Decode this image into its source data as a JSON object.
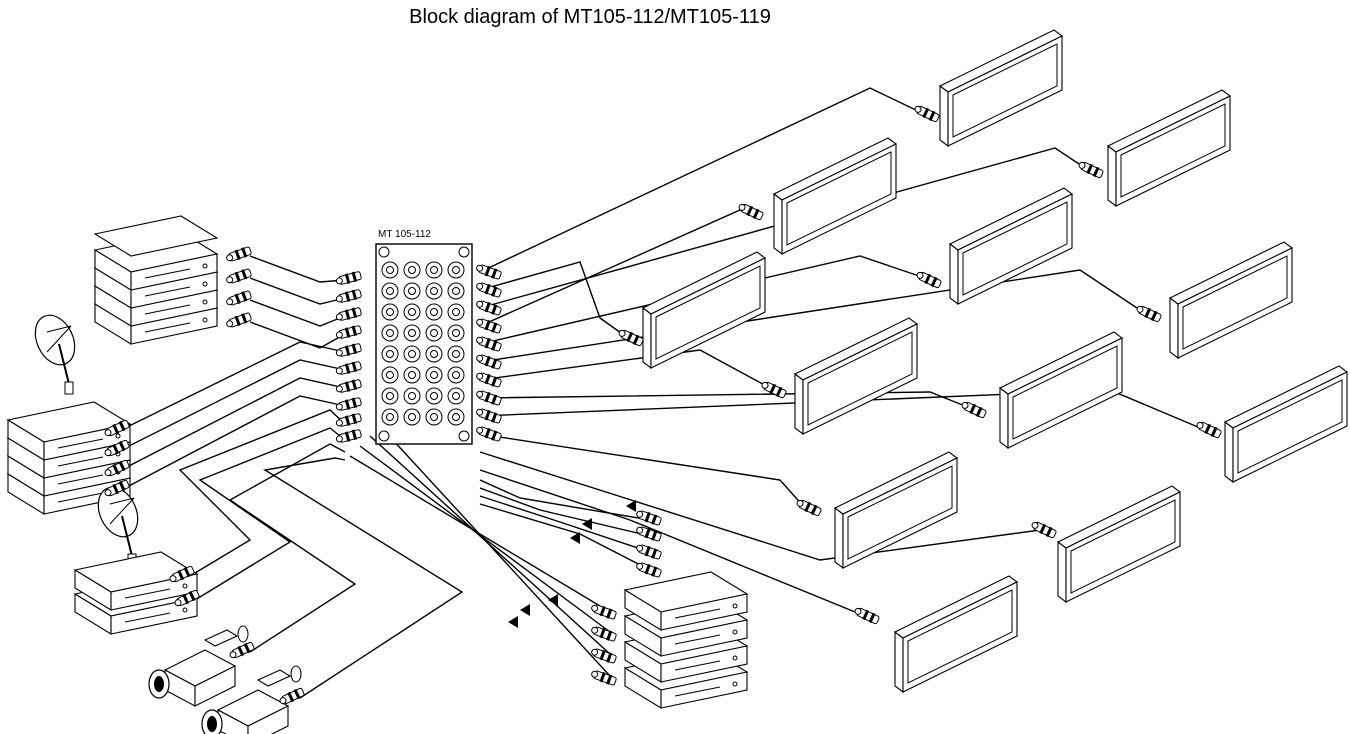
{
  "title": "Block diagram of MT105-112/MT105-119",
  "panel": {
    "label": "MT 105-112"
  },
  "devices": {
    "monitors": 12,
    "cameras": 2,
    "satellite_receivers": 2,
    "rack_stacks": 3
  }
}
